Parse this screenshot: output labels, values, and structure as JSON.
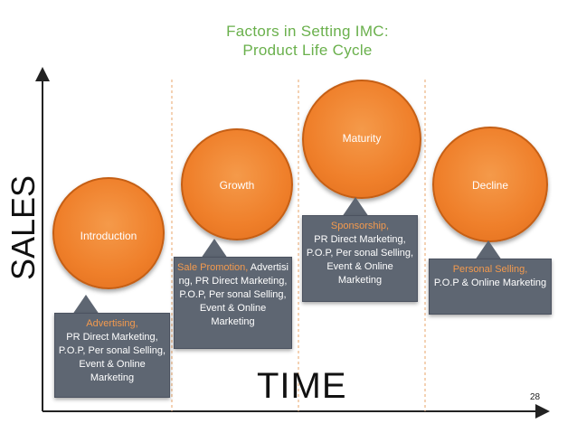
{
  "title": {
    "line1": "Factors in Setting IMC:",
    "line2": "Product Life Cycle"
  },
  "axes": {
    "y_label": "SALES",
    "x_label": "TIME"
  },
  "page_number": "28",
  "stages": [
    {
      "name": "Introduction",
      "callout_highlight": "Advertising,",
      "callout_body": "PR Direct Marketing, P.O.P, Per sonal Selling, Event & Online Marketing"
    },
    {
      "name": "Growth",
      "callout_highlight": "Sale Promotion,",
      "callout_body": "Advertisi ng, PR Direct Marketing, P.O.P, Per sonal Selling, Event & Online Marketing"
    },
    {
      "name": "Maturity",
      "callout_highlight": "Sponsorship,",
      "callout_body": "PR Direct Marketing, P.O.P, Per sonal Selling, Event & Online Marketing"
    },
    {
      "name": "Decline",
      "callout_highlight": "Personal Selling,",
      "callout_body": "P.O.P & Online Marketing"
    }
  ],
  "colors": {
    "title": "#6ab04c",
    "circle": "#ef7f2a",
    "callout_bg": "#5e6672",
    "callout_highlight": "#f39a4e",
    "divider": "#e8a46a"
  }
}
